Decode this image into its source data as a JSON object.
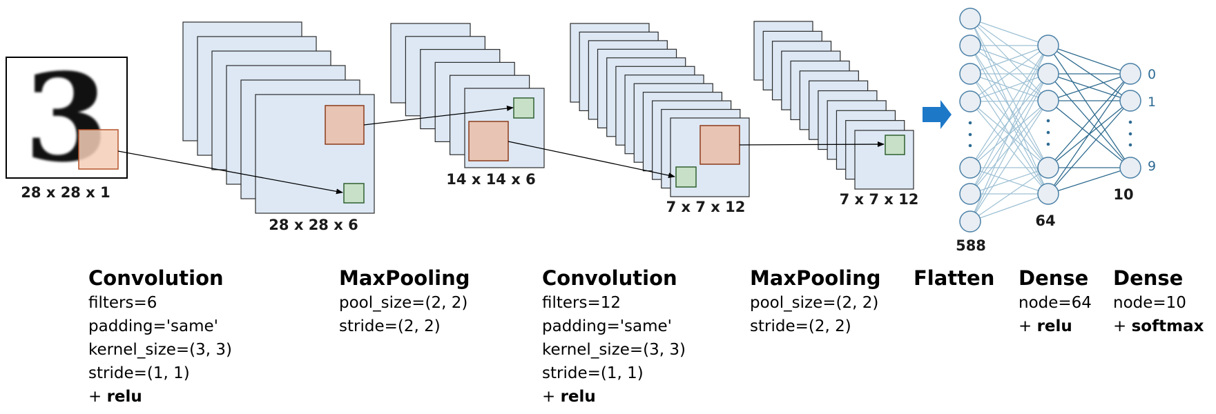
{
  "diagram": {
    "input_dims": "28 x 28 x 1",
    "input_digit": "3",
    "conv1_dims": "28 x 28 x 6",
    "pool1_dims": "14 x 14 x 6",
    "conv2_dims": "7 x 7 x 12",
    "pool2_dims": "7 x 7 x 12",
    "flatten_count": "588",
    "dense1_count": "64",
    "dense2_count": "10",
    "output_labels": [
      "0",
      "1",
      "9"
    ]
  },
  "layers": [
    {
      "title": "Convolution",
      "params": [
        "filters=6",
        "padding='same'",
        "kernel_size=(3, 3)",
        "stride=(1, 1)"
      ],
      "activation_prefix": "+ ",
      "activation": "relu"
    },
    {
      "title": "MaxPooling",
      "params": [
        "pool_size=(2, 2)",
        "stride=(2, 2)"
      ]
    },
    {
      "title": "Convolution",
      "params": [
        "filters=12",
        "padding='same'",
        "kernel_size=(3, 3)",
        "stride=(1, 1)"
      ],
      "activation_prefix": "+ ",
      "activation": "relu"
    },
    {
      "title": "MaxPooling",
      "params": [
        "pool_size=(2, 2)",
        "stride=(2, 2)"
      ]
    },
    {
      "title": "Flatten",
      "params": []
    },
    {
      "title": "Dense",
      "params": [
        "node=64"
      ],
      "activation_prefix": "+ ",
      "activation": "relu"
    },
    {
      "title": "Dense",
      "params": [
        "node=10"
      ],
      "activation_prefix": "+ ",
      "activation": "softmax"
    }
  ],
  "colors": {
    "map_fill": "#dde8f4",
    "map_stroke": "#2b2b2b",
    "kernel_fill": "#e8c4b4",
    "kernel_stroke": "#8b3a1a",
    "out_fill": "#c8e0c8",
    "out_stroke": "#2f5f2f",
    "node_fill": "#e8eef3",
    "node_stroke": "#4a7fa6",
    "edge_light": "#9dc0d4",
    "edge_dark": "#2d6a8e",
    "arrow_blue": "#1e78c8"
  }
}
